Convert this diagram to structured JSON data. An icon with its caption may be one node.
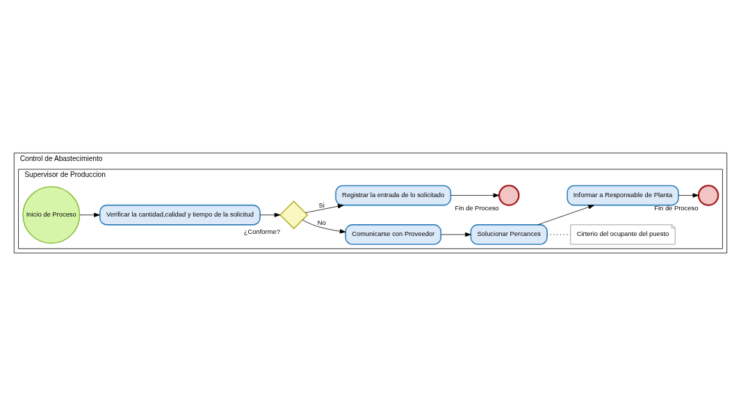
{
  "diagram": {
    "nodes": [
      {
        "text": [
          "Control de Abastecimiento"
        ]
      },
      {
        "text": [
          "Supervisor de Produccion"
        ],
        "in": 0
      },
      {
        "text": [
          "Inicio de Proceso"
        ],
        "in": 1
      },
      {
        "text": [
          "Verificar la cantidad,calidad y tiempo de la solicitud"
        ],
        "in": 1
      },
      {
        "text": [
          "¿Conforme?"
        ],
        "in": 1
      },
      {
        "text": [
          "Comunicarse con Proveedor"
        ],
        "in": 1
      },
      {
        "text": [
          "Solucionar Percances"
        ],
        "in": 1
      },
      {
        "text": [
          "Cirterio del ocupante del puesto"
        ],
        "in": 1
      },
      {
        "text": [
          "Registrar la entrada de lo solicitado"
        ],
        "in": 1
      },
      {
        "text": [
          "Informar a Responsable de Planta"
        ],
        "in": 1
      },
      {
        "text": [
          "Fin de Proceso"
        ],
        "in": 1
      },
      {
        "text": [
          "Fin de Proceso"
        ],
        "in": 1
      }
    ],
    "edges": [
      {
        "from": 2,
        "to": 3,
        "arrow": "to"
      },
      {
        "from": 3,
        "to": 4,
        "arrow": "to"
      },
      {
        "from": 4,
        "to": 5,
        "arrow": "to",
        "label": "No"
      },
      {
        "from": 5,
        "to": 6,
        "arrow": "to"
      },
      {
        "from": 6,
        "to": 7,
        "arrow": "none",
        "style": "dashed"
      },
      {
        "from": 4,
        "to": 8,
        "arrow": "to",
        "label": "Si"
      },
      {
        "from": 8,
        "to": 10,
        "arrow": "to"
      },
      {
        "from": 6,
        "to": 9,
        "arrow": "to"
      },
      {
        "from": 9,
        "to": 11,
        "arrow": "to"
      }
    ]
  }
}
